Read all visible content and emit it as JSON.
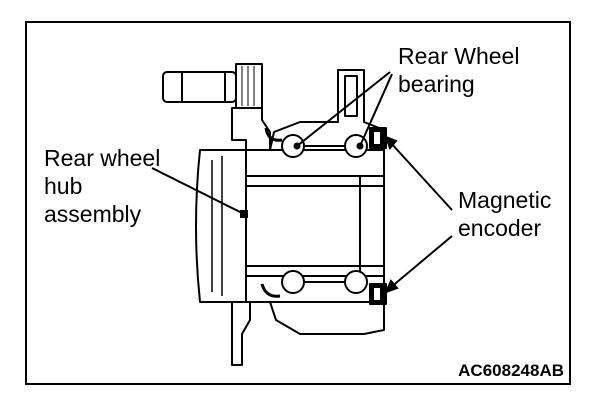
{
  "labels": {
    "rear_wheel_bearing": [
      "Rear Wheel",
      "bearing"
    ],
    "rear_wheel_hub_assembly": [
      "Rear wheel",
      "hub",
      "assembly"
    ],
    "magnetic_encoder": [
      "Magnetic",
      "encoder"
    ]
  },
  "figure_code": "AC608248AB"
}
